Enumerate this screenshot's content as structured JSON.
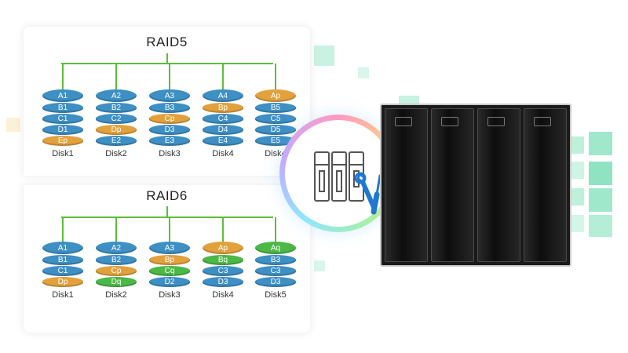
{
  "raid5": {
    "title": "RAID5",
    "disks": [
      {
        "label": "Disk1",
        "blocks": [
          "A1",
          "B1",
          "C1",
          "D1",
          "Ep"
        ]
      },
      {
        "label": "Disk2",
        "blocks": [
          "A2",
          "B2",
          "C2",
          "Dp",
          "E2"
        ]
      },
      {
        "label": "Disk3",
        "blocks": [
          "A3",
          "B3",
          "Cp",
          "D3",
          "E3"
        ]
      },
      {
        "label": "Disk4",
        "blocks": [
          "A4",
          "Bp",
          "C4",
          "D4",
          "E4"
        ]
      },
      {
        "label": "Disk4",
        "blocks": [
          "Ap",
          "B5",
          "C5",
          "D5",
          "E5"
        ]
      }
    ]
  },
  "raid6": {
    "title": "RAID6",
    "disks": [
      {
        "label": "Disk1",
        "blocks": [
          "A1",
          "B1",
          "C1",
          "Dp"
        ]
      },
      {
        "label": "Disk2",
        "blocks": [
          "A2",
          "B2",
          "Cp",
          "Dq"
        ]
      },
      {
        "label": "Disk3",
        "blocks": [
          "A3",
          "Bp",
          "Cq",
          "D2"
        ]
      },
      {
        "label": "Disk4",
        "blocks": [
          "Ap",
          "Bq",
          "C3",
          "D3"
        ]
      },
      {
        "label": "Disk5",
        "blocks": [
          "Aq",
          "B3",
          "C3",
          "D3"
        ]
      }
    ]
  },
  "colors": {
    "data_block": "#3d8fc4",
    "p_parity_block": "#e2a13c",
    "q_parity_block": "#4cb847",
    "connector": "#5bbf35",
    "tool_icon_accent": "#1f78d1",
    "server_body": "#1a1a1a"
  },
  "icons": {
    "drives": "drive-bay-icon",
    "tools": "wrench-screwdriver-icon",
    "arrow": "right-arrow-icon",
    "server": "nas-server-icon"
  }
}
